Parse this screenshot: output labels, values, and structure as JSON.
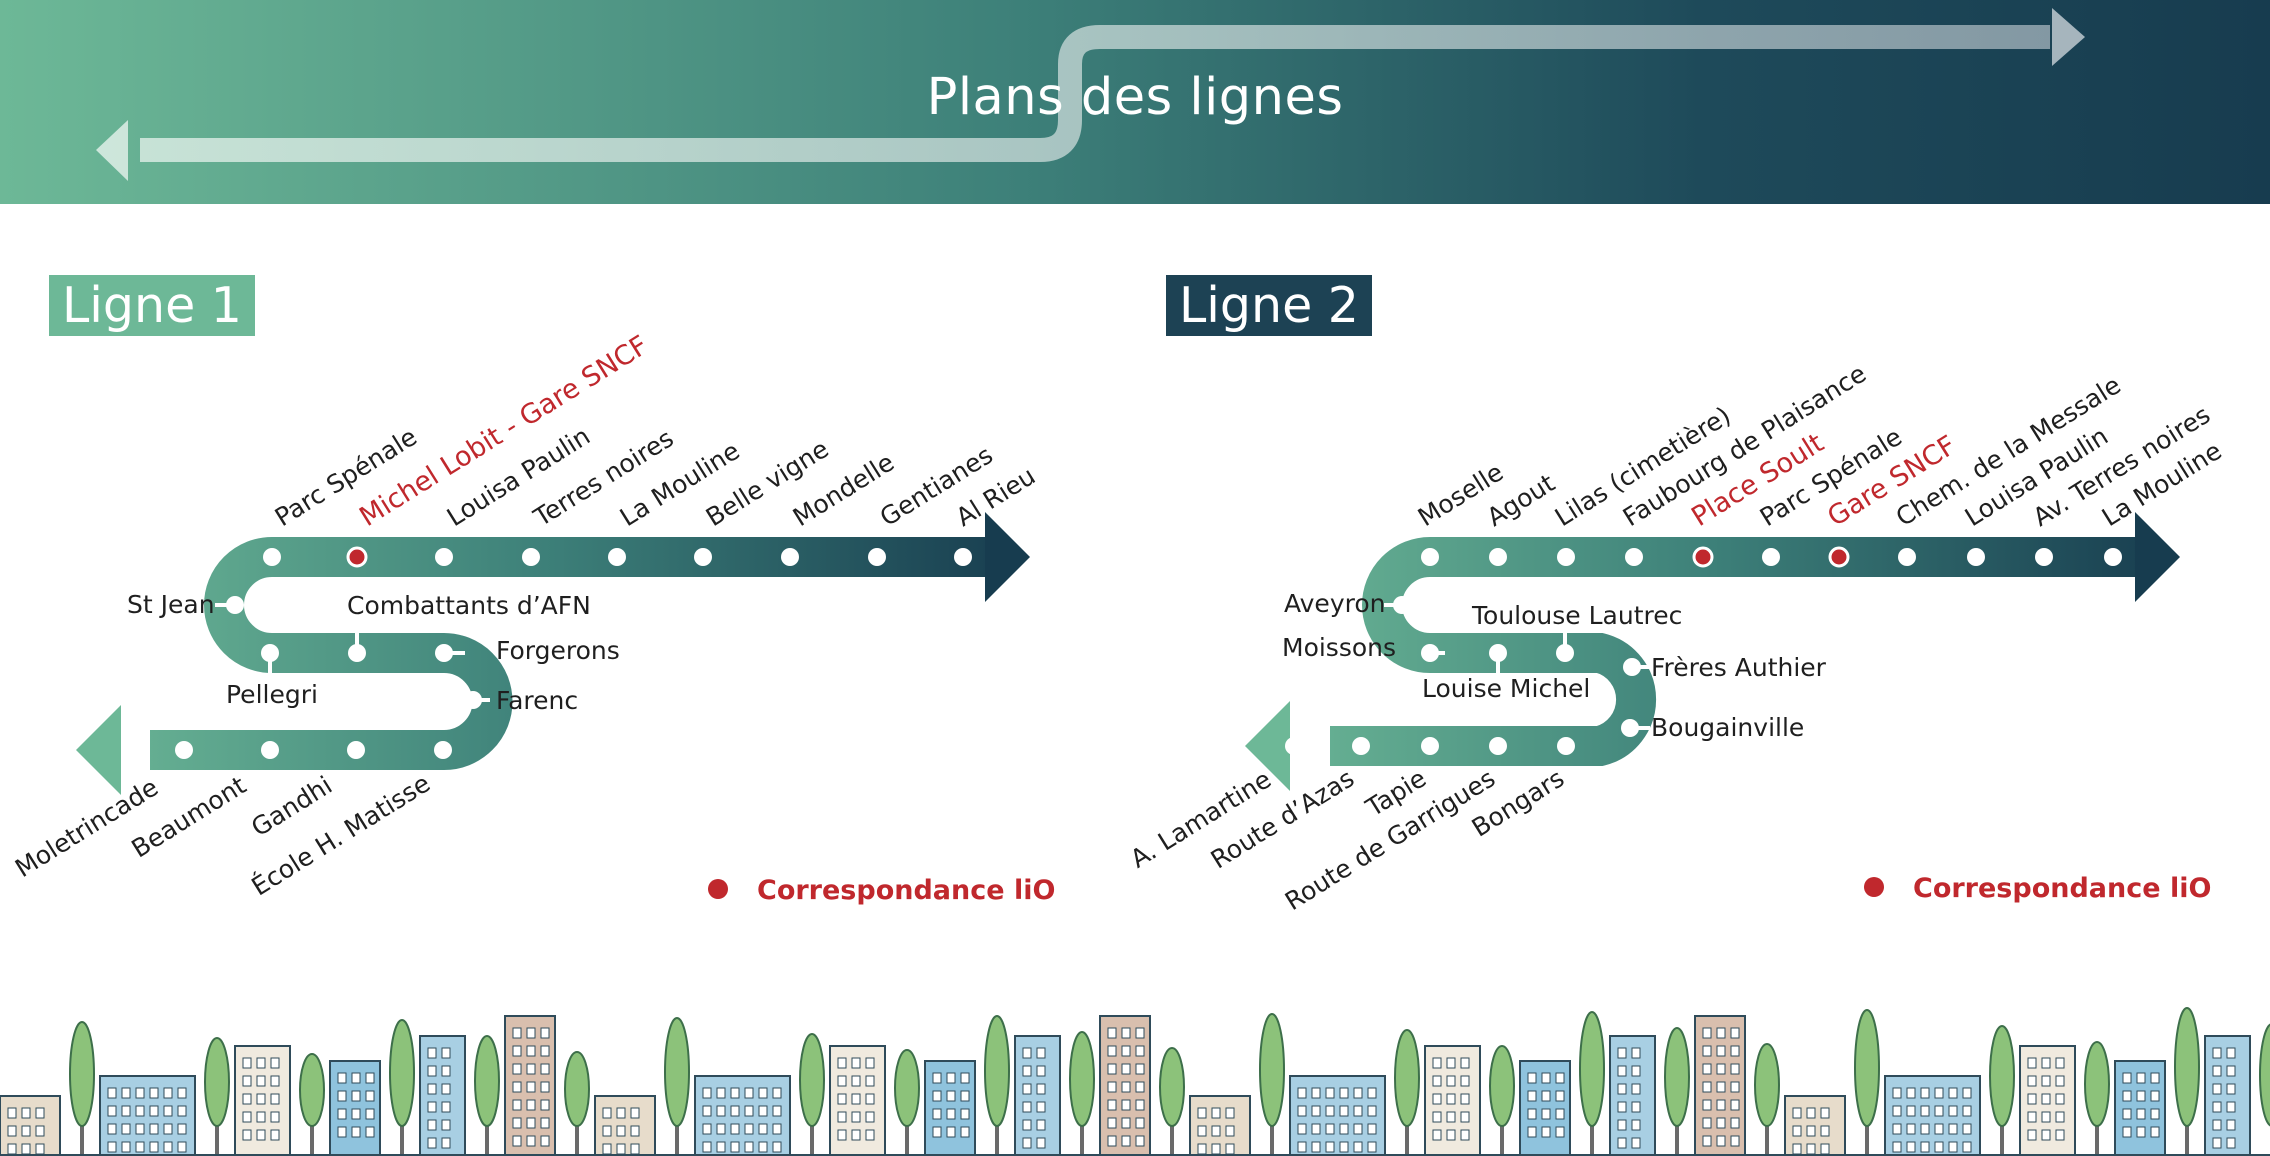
{
  "title": "Plans des lignes",
  "colors": {
    "dark": "#173c4f",
    "light": "#6db897",
    "correspondance": "#c0282d"
  },
  "lines": [
    {
      "label": "Ligne 1",
      "legend": "Correspondance liO",
      "stops": [
        {
          "name": "Moletrincade",
          "correspondance": false
        },
        {
          "name": "Beaumont",
          "correspondance": false
        },
        {
          "name": "Gandhi",
          "correspondance": false
        },
        {
          "name": "École H. Matisse",
          "correspondance": false
        },
        {
          "name": "Farenc",
          "correspondance": false
        },
        {
          "name": "Forgerons",
          "correspondance": false
        },
        {
          "name": "Combattants d’AFN",
          "correspondance": false
        },
        {
          "name": "Pellegri",
          "correspondance": false
        },
        {
          "name": "St Jean",
          "correspondance": false
        },
        {
          "name": "Parc Spénale",
          "correspondance": false
        },
        {
          "name": "Michel Lobit - Gare SNCF",
          "correspondance": true
        },
        {
          "name": "Louisa Paulin",
          "correspondance": false
        },
        {
          "name": "Terres noires",
          "correspondance": false
        },
        {
          "name": "La Mouline",
          "correspondance": false
        },
        {
          "name": "Belle vigne",
          "correspondance": false
        },
        {
          "name": "Mondelle",
          "correspondance": false
        },
        {
          "name": "Gentianes",
          "correspondance": false
        },
        {
          "name": "Al Rieu",
          "correspondance": false
        }
      ]
    },
    {
      "label": "Ligne 2",
      "legend": "Correspondance liO",
      "stops": [
        {
          "name": "A. Lamartine",
          "correspondance": false
        },
        {
          "name": "Route d’Azas",
          "correspondance": false
        },
        {
          "name": "Tapie",
          "correspondance": false
        },
        {
          "name": "Route de Garrigues",
          "correspondance": false
        },
        {
          "name": "Bongars",
          "correspondance": false
        },
        {
          "name": "Bougainville",
          "correspondance": false
        },
        {
          "name": "Frères Authier",
          "correspondance": false
        },
        {
          "name": "Toulouse Lautrec",
          "correspondance": false
        },
        {
          "name": "Louise Michel",
          "correspondance": false
        },
        {
          "name": "Moissons",
          "correspondance": false
        },
        {
          "name": "Aveyron",
          "correspondance": false
        },
        {
          "name": "Moselle",
          "correspondance": false
        },
        {
          "name": "Agout",
          "correspondance": false
        },
        {
          "name": "Lilas (cimetière)",
          "correspondance": false
        },
        {
          "name": "Faubourg de Plaisance",
          "correspondance": false
        },
        {
          "name": "Place Soult",
          "correspondance": true
        },
        {
          "name": "Parc Spénale",
          "correspondance": false
        },
        {
          "name": "Gare SNCF",
          "correspondance": true
        },
        {
          "name": "Chem. de la Messale",
          "correspondance": false
        },
        {
          "name": "Louisa Paulin",
          "correspondance": false
        },
        {
          "name": "Av. Terres noires",
          "correspondance": false
        },
        {
          "name": "La Mouline",
          "correspondance": false
        }
      ]
    }
  ]
}
